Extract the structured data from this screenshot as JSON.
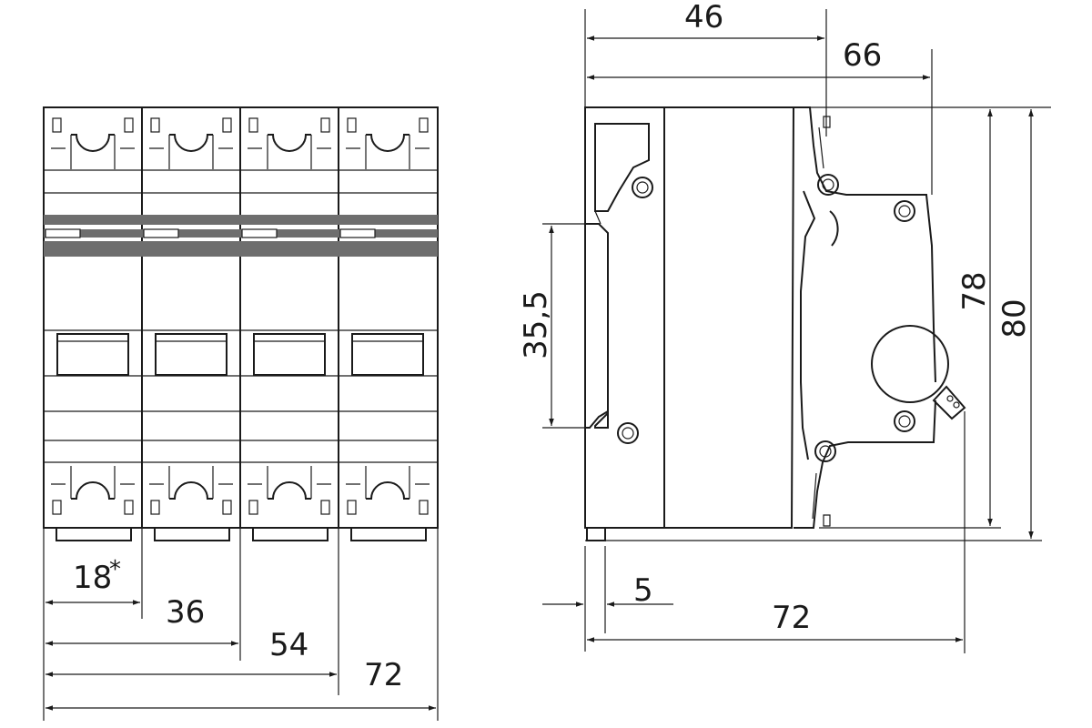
{
  "front_view": {
    "poles": 4,
    "dimensions": {
      "d18": "18",
      "d18_mark": "*",
      "d36": "36",
      "d54": "54",
      "d72": "72"
    }
  },
  "side_view": {
    "dimensions": {
      "d46": "46",
      "d66": "66",
      "d78": "78",
      "d80": "80",
      "d35_5": "35,5",
      "d5": "5",
      "d72": "72"
    }
  }
}
